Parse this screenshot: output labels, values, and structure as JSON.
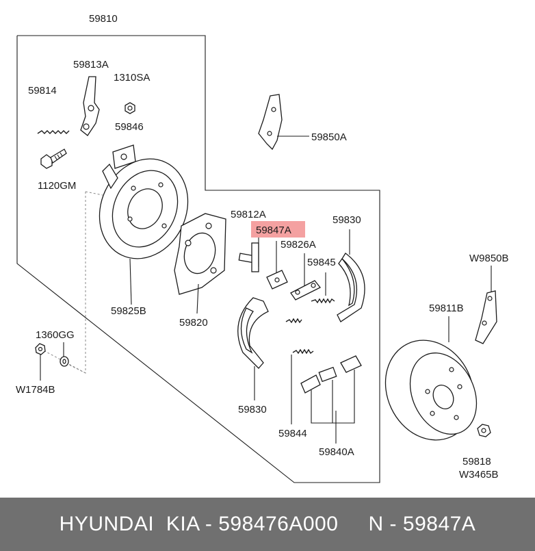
{
  "labels": {
    "assembly_main": "59810",
    "lever_assembly": "59813A",
    "nut_top": "1310SA",
    "spring_left": "59814",
    "bracket_clip": "59846",
    "bolt": "1120GM",
    "bracket_right": "59850A",
    "strut": "59812A",
    "highlight_part": "59847A",
    "plate": "59826A",
    "shoe_upper": "59830",
    "spring_mid": "59845",
    "shield_bracket": "W9850B",
    "drum": "59811B",
    "nut_small": "1360GG",
    "washer": "W1784B",
    "drum_backing": "59825B",
    "backing_plate": "59820",
    "shoe_lower": "59830",
    "spring_lower": "59844",
    "adjuster": "59840A",
    "nut_drum": "59818",
    "washer_drum": "W3465B"
  },
  "footer": {
    "text": "HYUNDAI  KIA - 598476A000     N - 59847A"
  },
  "colors": {
    "highlight": "#f4a1a1",
    "footer_bg": "#707070",
    "line": "#1a1a1a"
  }
}
